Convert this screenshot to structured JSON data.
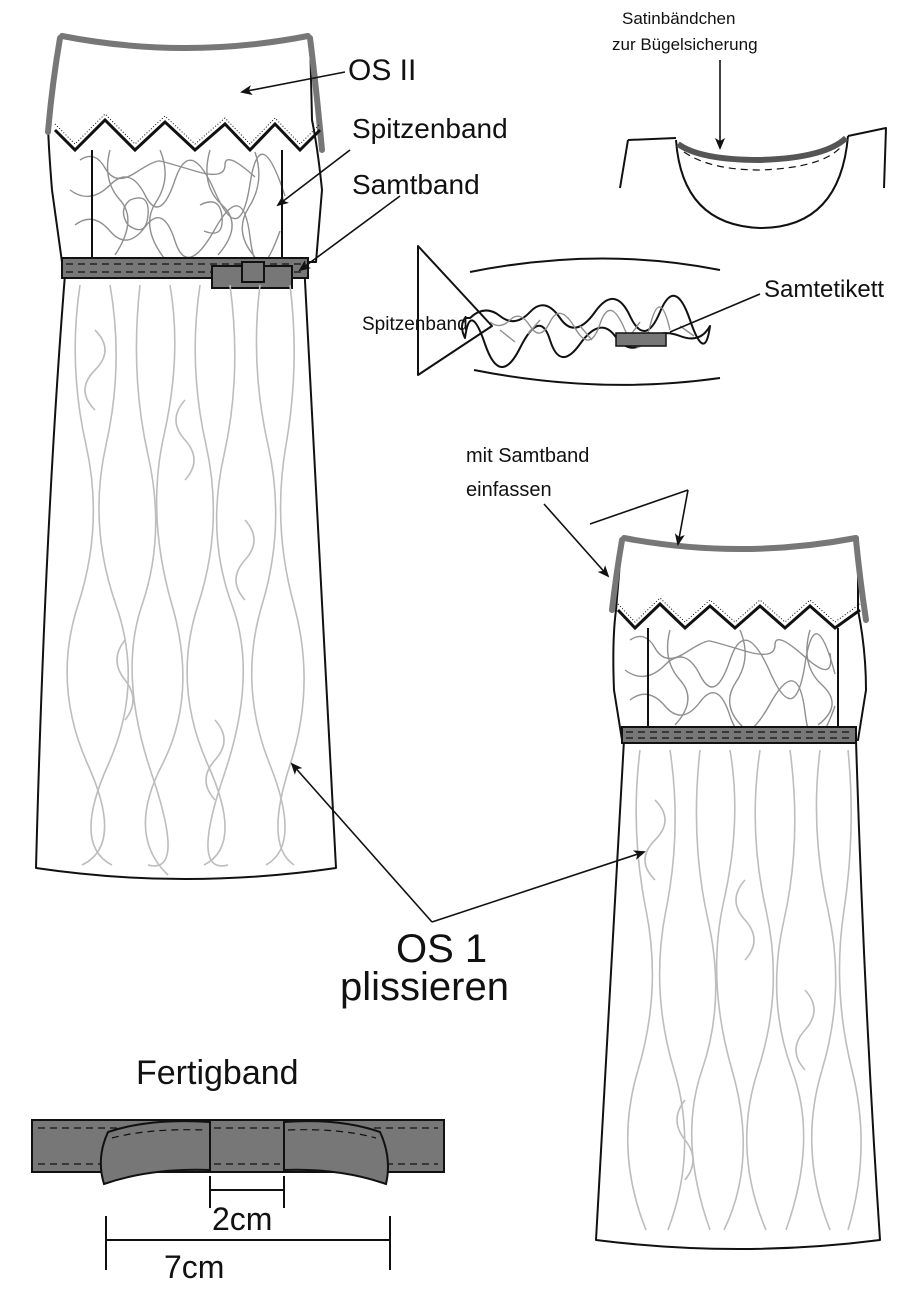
{
  "labels": {
    "os2": "OS II",
    "spitzenband": "Spitzenband",
    "samtband": "Samtband",
    "satin_line1": "Satinbändchen",
    "satin_line2": "zur Bügelsicherung",
    "spitzenband_detail": "Spitzenband",
    "samtetikett": "Samtetikett",
    "einfassen_line1": "mit Samtband",
    "einfassen_line2": "einfassen",
    "os1_line1": "OS 1",
    "os1_line2": "plissieren",
    "fertigband": "Fertigband",
    "dim_small": "2cm",
    "dim_large": "7cm"
  },
  "colors": {
    "band": "#777777",
    "pleat": "#bdbdbd",
    "lace": "#8f8f8f",
    "outline": "#111111"
  }
}
